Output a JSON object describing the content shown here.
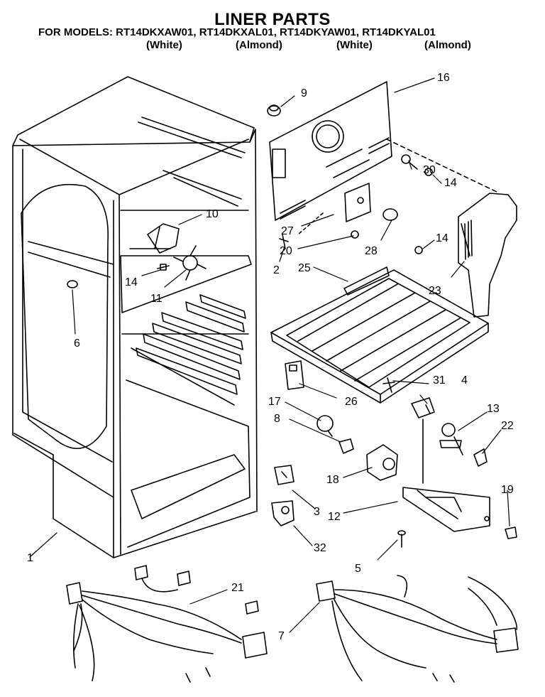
{
  "header": {
    "title": "LINER PARTS",
    "models": "FOR MODELS: RT14DKXAW01, RT14DKXAL01, RT14DKYAW01, RT14DKYAL01",
    "variants": [
      "(White)",
      "(Almond)",
      "(White)",
      "(Almond)"
    ]
  },
  "callouts": [
    "1",
    "2",
    "3",
    "4",
    "5",
    "6",
    "7",
    "8",
    "9",
    "10",
    "11",
    "12",
    "13",
    "14",
    "14",
    "14",
    "16",
    "17",
    "18",
    "19",
    "20",
    "21",
    "22",
    "23",
    "25",
    "26",
    "27",
    "28",
    "30",
    "31",
    "32"
  ]
}
